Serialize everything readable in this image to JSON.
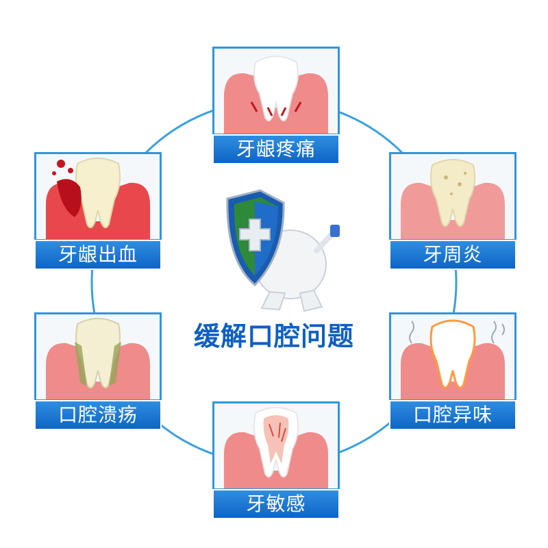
{
  "headline": "缓解口腔问题",
  "colors": {
    "frame_border": "#2f95dc",
    "label_bg": "#0e64c6",
    "headline": "#0d5fc4",
    "gum": "#ef8b8b"
  },
  "cards": [
    {
      "label": "牙龈疼痛",
      "icon": "tooth-gum-pain-icon"
    },
    {
      "label": "牙周炎",
      "icon": "tooth-periodontitis-icon"
    },
    {
      "label": "口腔异味",
      "icon": "tooth-bad-breath-icon"
    },
    {
      "label": "牙敏感",
      "icon": "tooth-sensitivity-icon"
    },
    {
      "label": "口腔溃疡",
      "icon": "tooth-mouth-ulcer-icon"
    },
    {
      "label": "牙龈出血",
      "icon": "tooth-gum-bleeding-icon"
    }
  ],
  "mascot_icon": "tooth-shield-mascot-icon"
}
